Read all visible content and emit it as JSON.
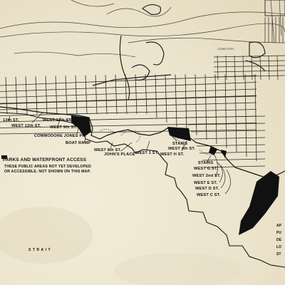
{
  "legend": {
    "title": "PARKS AND WATERFRONT ACCESS",
    "lines": [
      "THESE PUBLIC AREAS NOT YET DEVELOPED",
      "OR ACCESSIBLE. NOT SHOWN ON THIS MAP."
    ]
  },
  "labels": {
    "cemetery": "CEMETERY",
    "w13": "13th ST.",
    "w12": "WEST 12th ST.",
    "w11": "WEST 11th ST.",
    "w9": "WEST 9th ST.",
    "commodore": "COMMODORE JONES PK.",
    "boat_ramp": "BOAT RAMP",
    "w8": "WEST 8th ST.",
    "johns_place": "JOHN'S PLACE",
    "w1": "WEST 1 ST.",
    "stairs1": "STAIRS",
    "w4": "WEST 4th ST.",
    "w_h": "WEST H ST.",
    "stairs2": "STAIRS",
    "wg": "WEST G ST.",
    "w2": "WEST 2nd ST.",
    "we": "WEST E ST.",
    "wd": "WEST D ST.",
    "wc": "WEST C ST.",
    "strait": "STRAIT"
  },
  "colors": {
    "ink": "#161616",
    "paper": "#ece5cf",
    "water": "#ebe3cb"
  }
}
